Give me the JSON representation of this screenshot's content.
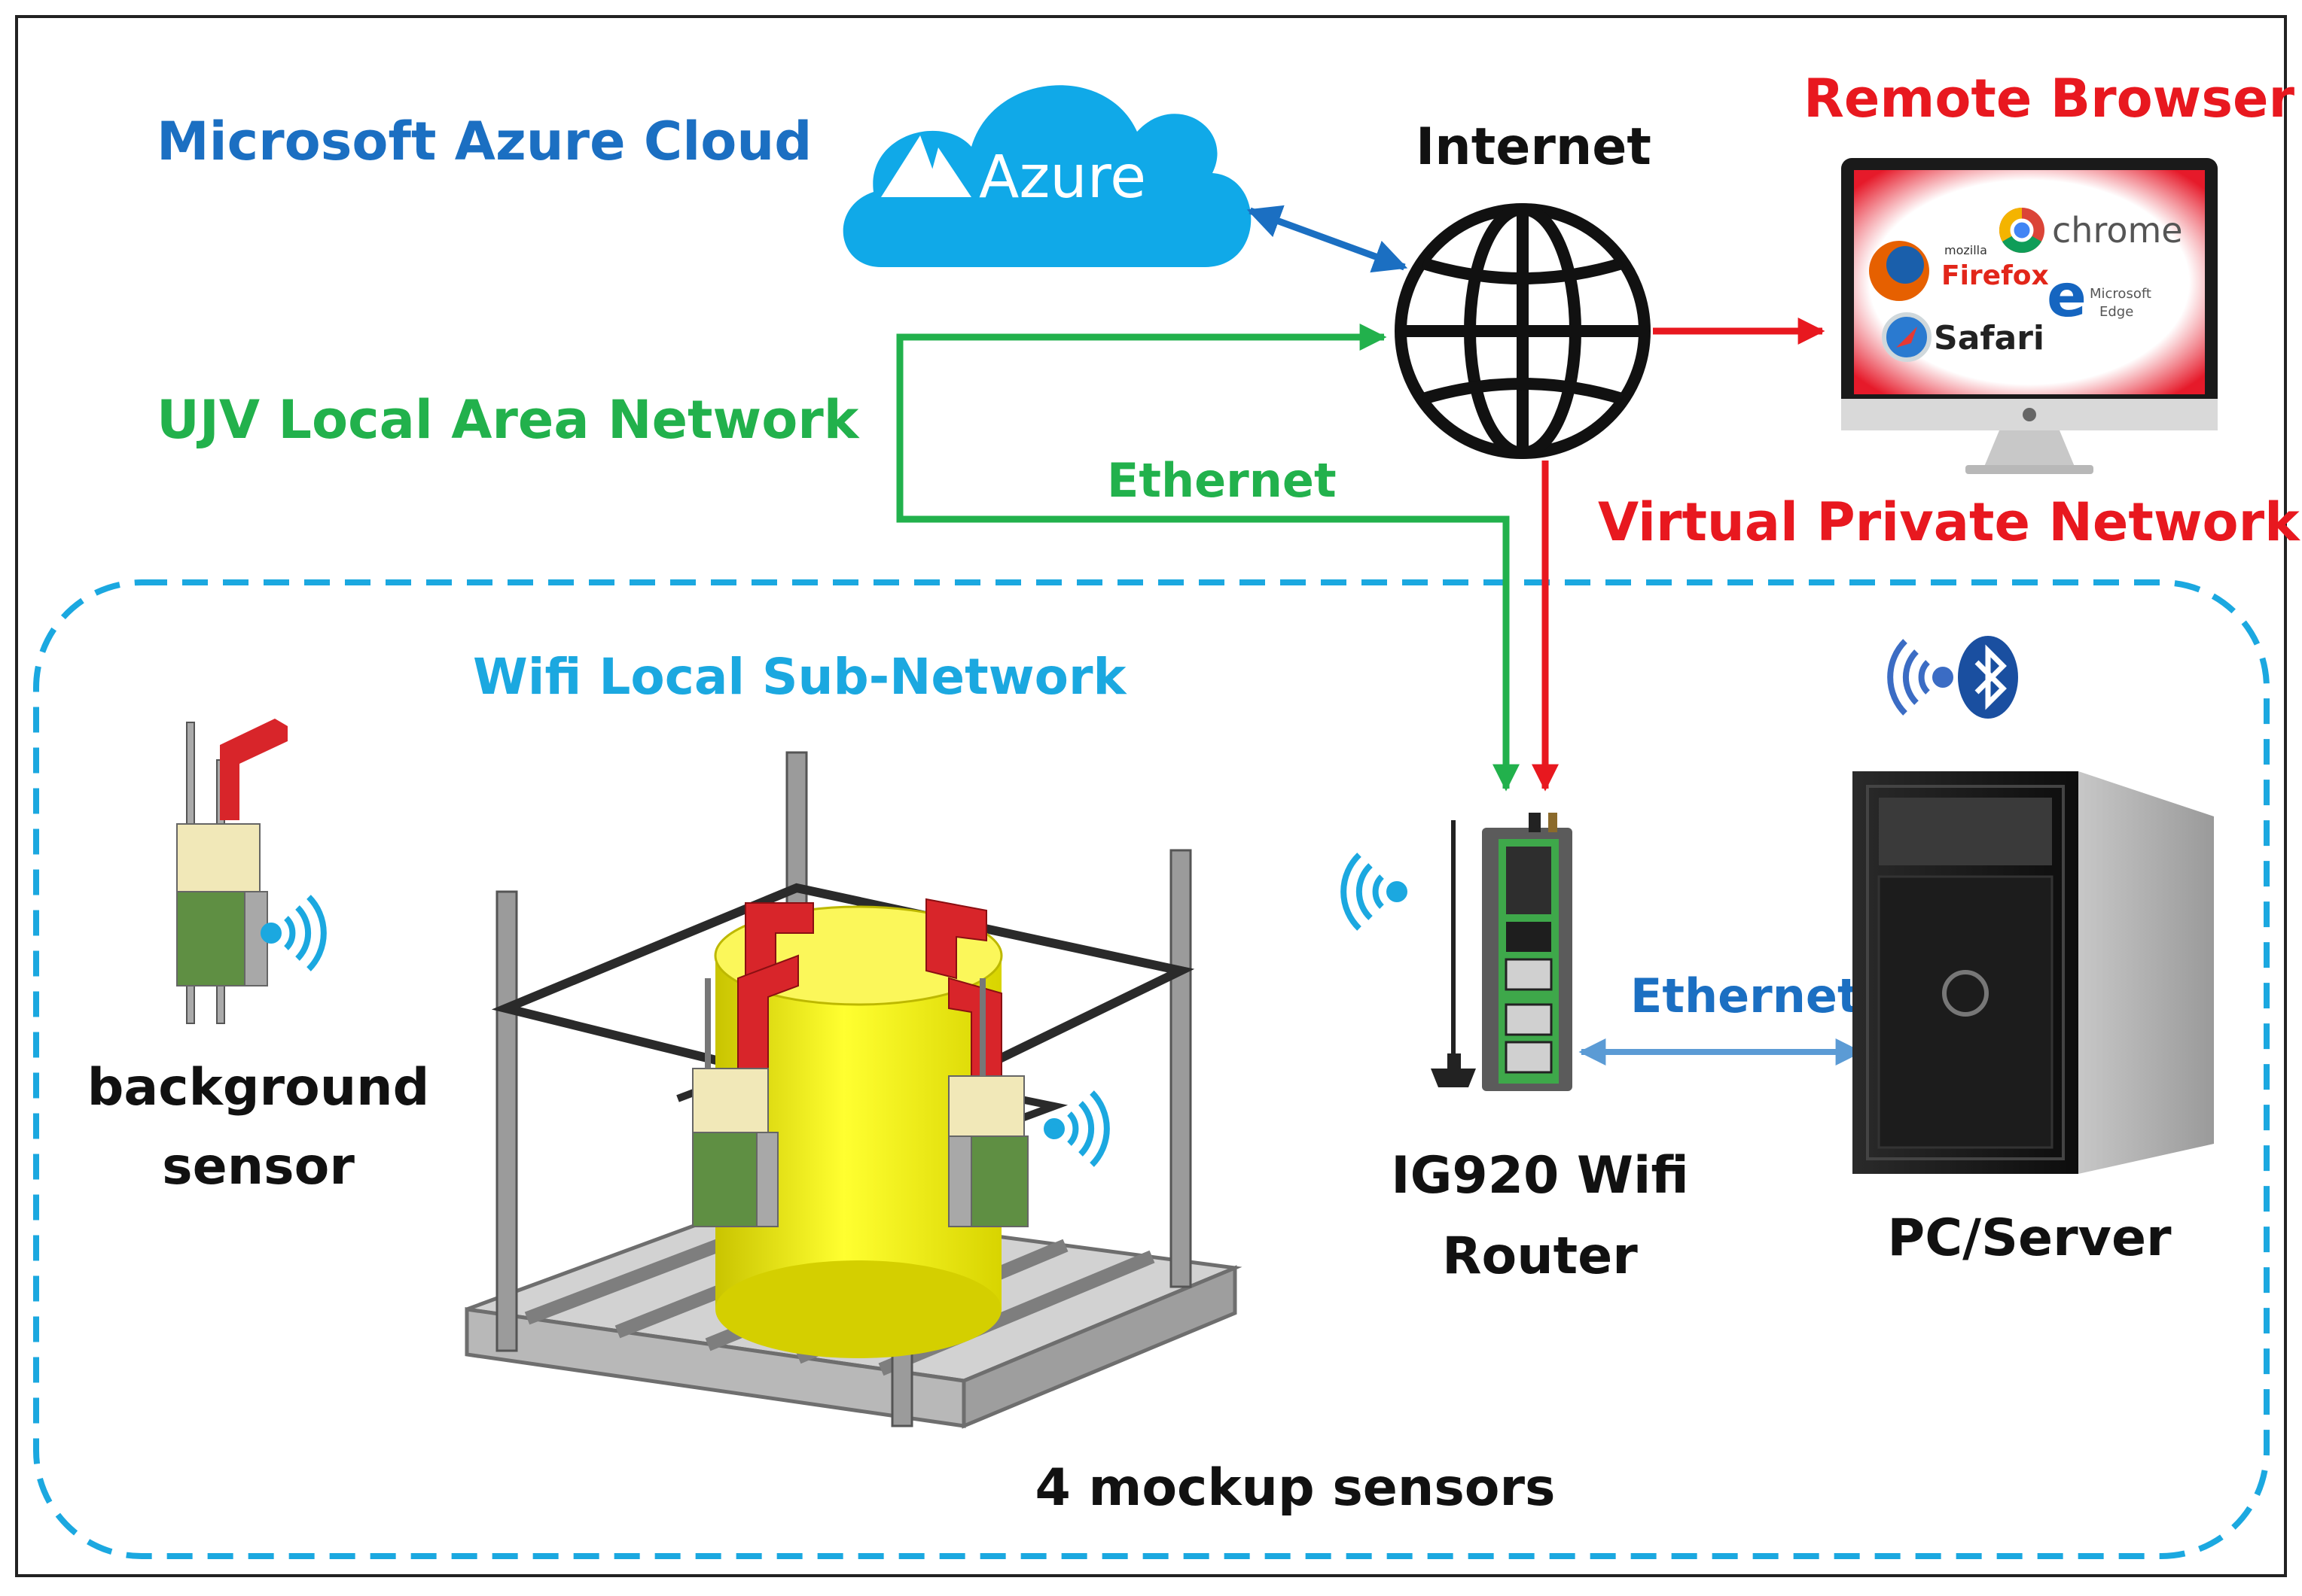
{
  "labels": {
    "azure_cloud": "Microsoft Azure Cloud",
    "azure_logo": "Azure",
    "internet": "Internet",
    "remote_browser": "Remote Browser",
    "ujv_lan": "UJV Local Area Network",
    "ethernet_top": "Ethernet",
    "vpn": "Virtual Private Network",
    "wifi_subnet": "Wifi Local Sub-Network",
    "ethernet_bottom": "Ethernet",
    "router_line1": "IG920 Wifi",
    "router_line2": "Router",
    "pc_server": "PC/Server",
    "background_line1": "background",
    "background_line2": "sensor",
    "mockup": "4 mockup sensors"
  },
  "browsers": {
    "chrome": "chrome",
    "mozilla": "mozilla",
    "firefox": "Firefox",
    "microsoft": "Microsoft",
    "edge": "Edge",
    "safari": "Safari"
  },
  "colors": {
    "azure_blue": "#1b6fc2",
    "lan_green": "#22b14c",
    "vpn_red": "#e8181f",
    "wifi_cyan": "#1ba8e0",
    "cloud": "#10a9e8",
    "ethernet_link": "#5b9bd5",
    "outline": "#333333"
  },
  "icons": [
    "azure-logo-icon",
    "globe-icon",
    "monitor-icon",
    "wifi-icon",
    "bluetooth-icon",
    "router-icon",
    "server-tower-icon",
    "sensor-icon"
  ]
}
